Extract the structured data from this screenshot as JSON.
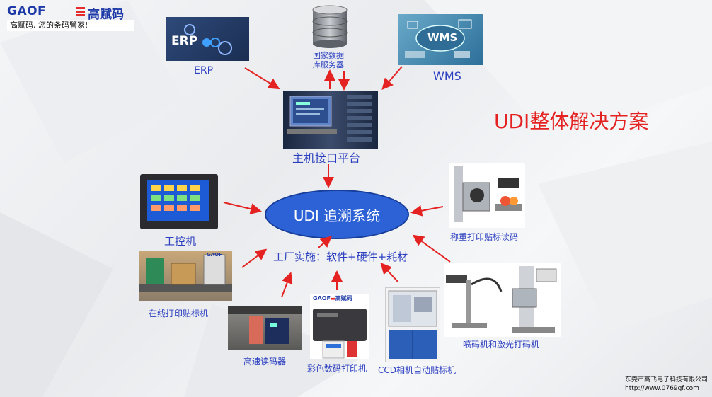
{
  "logo": {
    "brand": "GAOF",
    "brand_cn": "高赋码",
    "tagline": "高赋码, 您的条码管家!"
  },
  "title": "UDI整体解决方案",
  "core": {
    "label": "UDI 追溯系统"
  },
  "nodes": {
    "erp": {
      "label": "ERP",
      "icon_text": "ERP"
    },
    "db": {
      "label_line1": "国家数据",
      "label_line2": "库服务器"
    },
    "wms": {
      "label": "WMS",
      "icon_text": "WMS"
    },
    "host": {
      "label": "主机接口平台"
    },
    "ipc": {
      "label": "工控机"
    },
    "weigh": {
      "label": "称重打印贴标读码"
    },
    "factory": {
      "label": "工厂实施：软件+硬件+耗材"
    },
    "inline": {
      "label": "在线打印贴标机",
      "brand": "GAOF"
    },
    "scanner": {
      "label": "高速读码器"
    },
    "color_printer": {
      "label": "彩色数码打印机",
      "brand": "GAOF",
      "brand_cn": "高赋码"
    },
    "ccd": {
      "label": "CCD相机自动贴标机"
    },
    "inkjet": {
      "label": "喷码机和激光打码机"
    }
  },
  "footer": {
    "company": "东莞市高飞电子科技有限公司",
    "url": "http://www.0769gf.com"
  },
  "colors": {
    "label": "#2c3fc0",
    "title": "#e52222",
    "arrow": "#e52222",
    "core_fill": "#2d62d6"
  }
}
